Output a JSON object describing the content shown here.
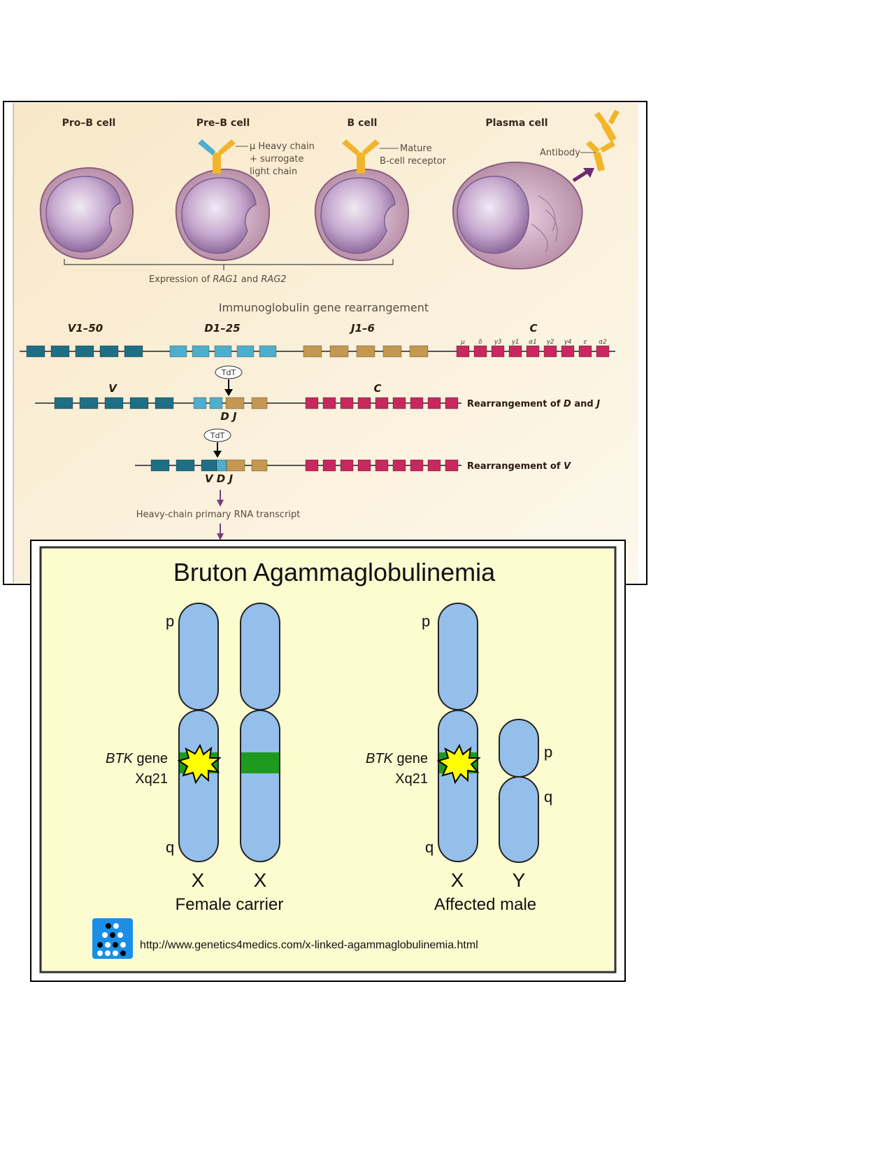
{
  "top_panel": {
    "cells": [
      {
        "label": "Pro–B cell"
      },
      {
        "label": "Pre–B cell"
      },
      {
        "label": "B cell"
      },
      {
        "label": "Plasma cell"
      }
    ],
    "pre_b_note": [
      "μ Heavy chain",
      "+ surrogate",
      "light chain"
    ],
    "b_cell_note": [
      "Mature",
      "B-cell receptor"
    ],
    "antibody_label": "Antibody",
    "rag_prefix": "Expression of ",
    "rag1": "RAG1",
    "rag_and": " and ",
    "rag2": "RAG2",
    "ig_title": "Immunoglobulin gene rearrangement",
    "segments": {
      "v": "V1–50",
      "d": "D1–25",
      "j": "J1–6",
      "c": "C"
    },
    "constant_genes": [
      "μ",
      "δ",
      "γ3",
      "γ1",
      "α1",
      "γ2",
      "γ4",
      "ε",
      "α2"
    ],
    "row2": {
      "v": "V",
      "c": "C",
      "dj": "D J",
      "tdt": "TdT",
      "desc_prefix": "Rearrangement of ",
      "d": "D",
      "and": " and ",
      "j": "J"
    },
    "row3": {
      "vdj": "V  D  J",
      "tdt": "TdT",
      "desc_prefix": "Rearrangement of ",
      "v": "V"
    },
    "transcript": "Heavy-chain primary RNA transcript",
    "colors": {
      "v": "#1e6f86",
      "d": "#4eaecd",
      "j": "#c49850",
      "c": "#c8285e",
      "bg": "#faefd4"
    }
  },
  "bottom_panel": {
    "title": "Bruton Agammaglobulinemia",
    "female": {
      "p": "p",
      "q": "q",
      "gene": "BTK",
      "gene_suffix": " gene",
      "locus": "Xq21",
      "x1": "X",
      "x2": "X",
      "caption": "Female carrier"
    },
    "male": {
      "p": "p",
      "q": "q",
      "gene": "BTK",
      "gene_suffix": " gene",
      "locus": "Xq21",
      "x": "X",
      "y": "Y",
      "yp": "p",
      "yq": "q",
      "caption": "Affected male"
    },
    "url": "http://www.genetics4medics.com/x-linked-agammaglobulinemia.html",
    "colors": {
      "chromosome": "#94bfea",
      "gene_band": "#1e9a1e",
      "bg": "#fdfbd0",
      "star": "#ffff00"
    }
  }
}
